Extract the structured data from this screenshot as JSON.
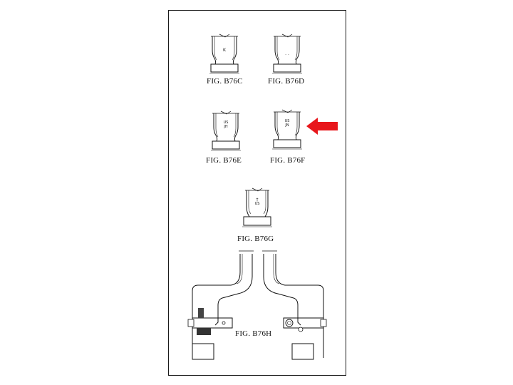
{
  "figures": {
    "b76c": {
      "label": "FIG. B76C",
      "stamp": "K"
    },
    "b76d": {
      "label": "FIG. B76D",
      "stamp": ". ."
    },
    "b76e": {
      "label": "FIG. B76E",
      "stamp_top": "US",
      "stamp_bottom": "JH"
    },
    "b76f": {
      "label": "FIG. B76F",
      "stamp_top": "US",
      "stamp_bottom": "JN"
    },
    "b76g": {
      "label": "FIG. B76G",
      "stamp_top": "†",
      "stamp_bottom": "US"
    },
    "b76h": {
      "label": "FIG. B76H"
    }
  },
  "pointer": {
    "color": "#e8161b",
    "icon": "arrow-left-icon"
  }
}
